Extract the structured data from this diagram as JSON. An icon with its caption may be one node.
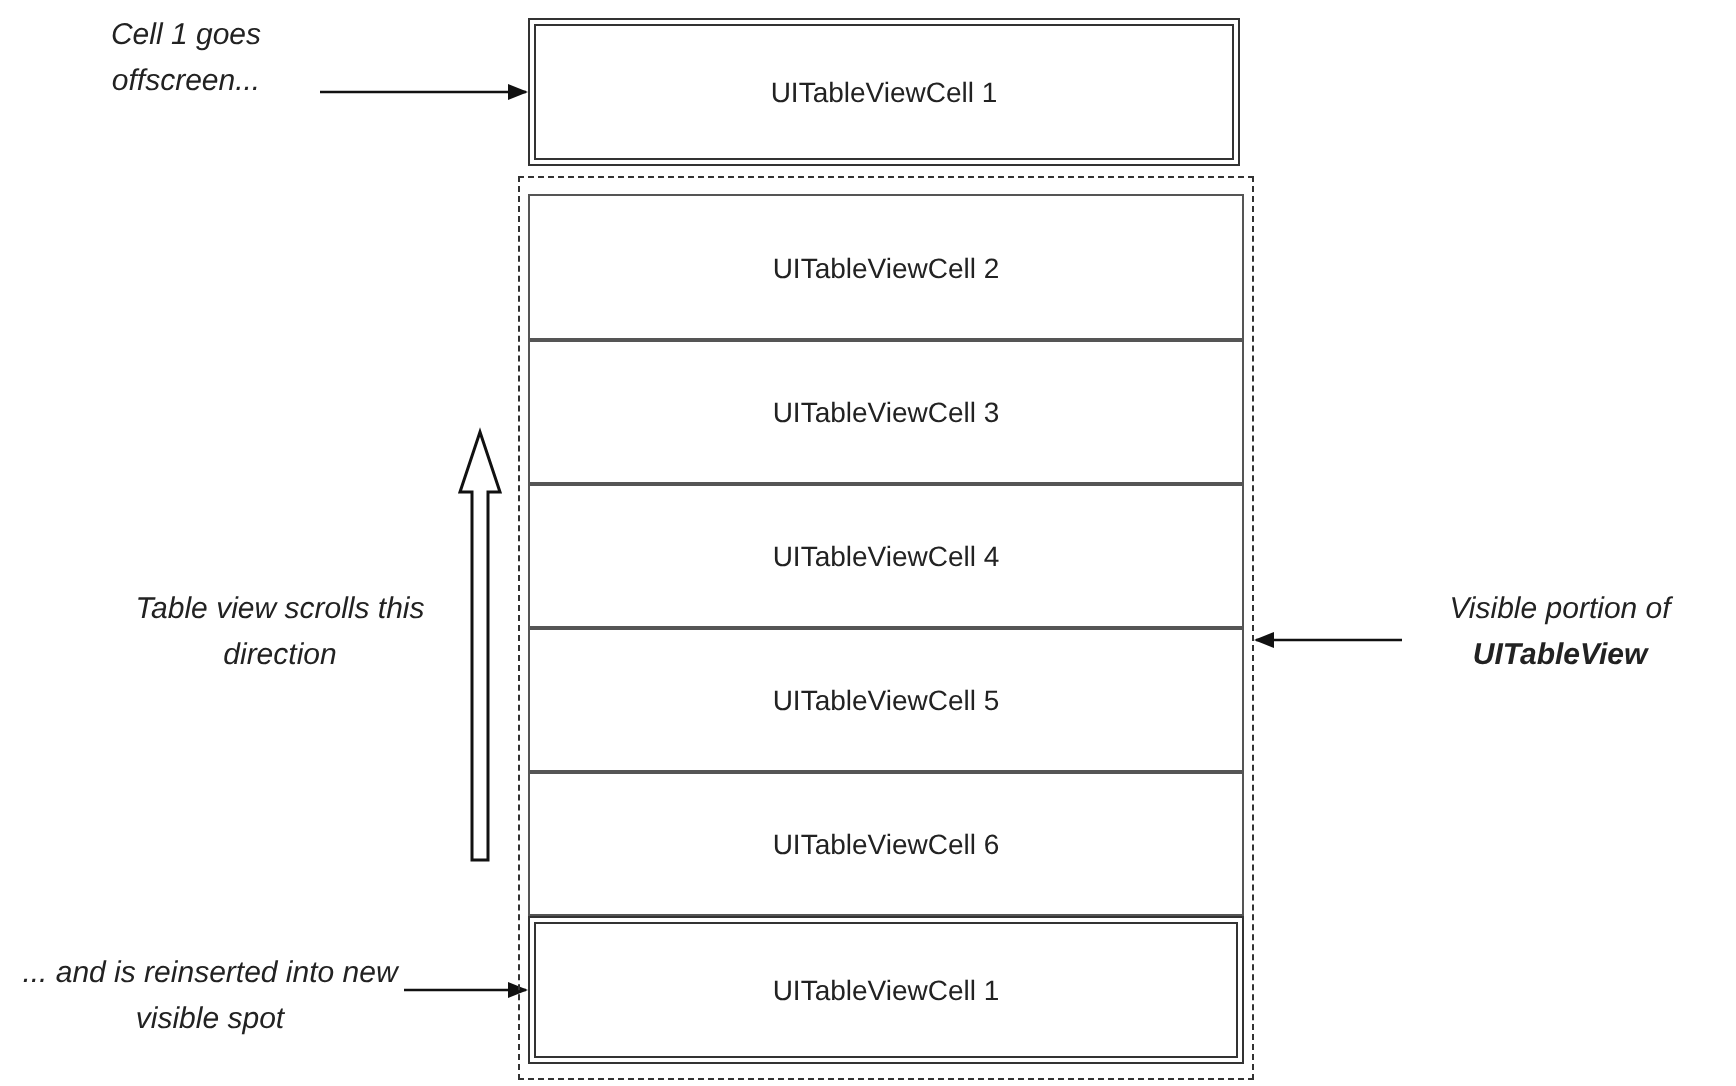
{
  "diagram": {
    "nodes": [
      {
        "text": [
          "Cell 1 goes offscreen..."
        ]
      },
      {
        "text": [
          "UITableViewCell 1"
        ]
      },
      {
        "text": [],
        "shape": "box"
      },
      {
        "text": [
          "UITableViewCell 2"
        ],
        "in": 2
      },
      {
        "text": [
          "UITableViewCell 3"
        ],
        "in": 2
      },
      {
        "text": [
          "UITableViewCell 4"
        ],
        "in": 2
      },
      {
        "text": [
          "UITableViewCell 5"
        ],
        "in": 2
      },
      {
        "text": [
          "UITableViewCell 6"
        ],
        "in": 2
      },
      {
        "text": [
          "UITableViewCell 1"
        ],
        "in": 2
      },
      {
        "text": [
          "Visible portion of **UITableView**"
        ]
      },
      {
        "text": [
          "... and is reinserted into new visible spot"
        ]
      }
    ],
    "edges": [
      {
        "from": 0,
        "to": 1,
        "arrow": "to"
      },
      {
        "from": 9,
        "to": 2,
        "arrow": "to"
      },
      {
        "from": 10,
        "to": 8,
        "arrow": "to"
      }
    ],
    "labels": [
      "Table view scrolls this direction"
    ]
  }
}
